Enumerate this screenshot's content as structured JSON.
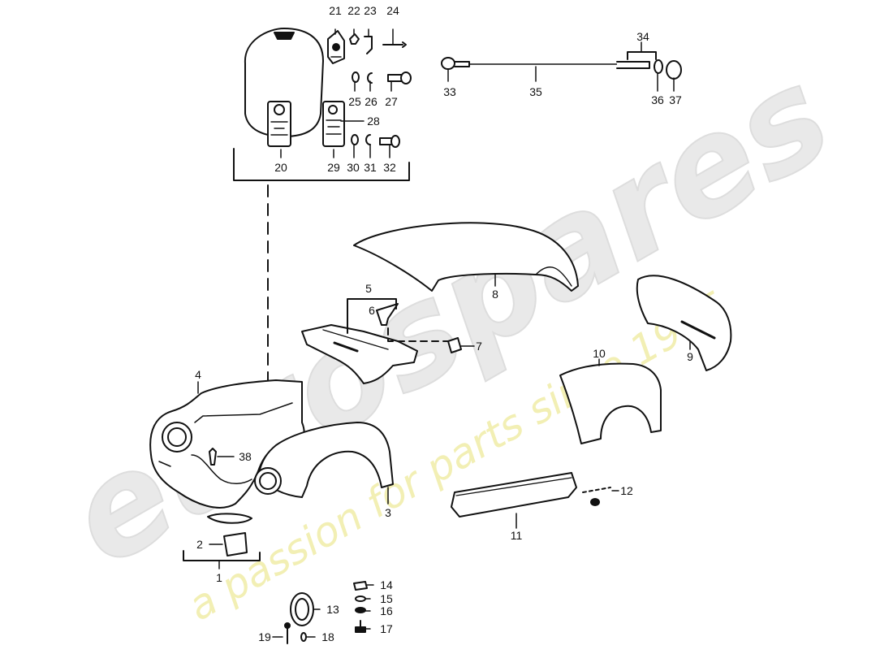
{
  "diagram": {
    "callouts": [
      "1",
      "2",
      "3",
      "4",
      "5",
      "6",
      "7",
      "8",
      "9",
      "10",
      "11",
      "12",
      "13",
      "14",
      "15",
      "16",
      "17",
      "18",
      "19",
      "20",
      "21",
      "22",
      "23",
      "24",
      "25",
      "26",
      "27",
      "28",
      "29",
      "30",
      "31",
      "32",
      "33",
      "34",
      "35",
      "36",
      "37",
      "38"
    ]
  },
  "watermark": {
    "brand": "eurospares",
    "tagline": "a passion for parts since 1985"
  },
  "colors": {
    "line": "#111111",
    "watermark_gray": "#e6e6e6",
    "watermark_yellow": "#f3f0b0"
  }
}
